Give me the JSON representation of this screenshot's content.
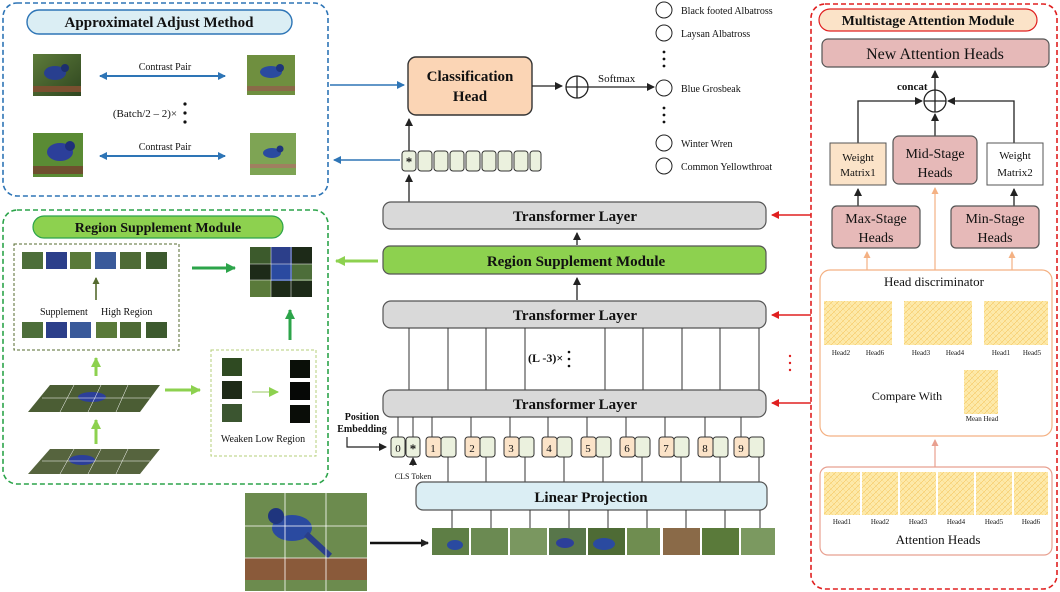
{
  "adjust_panel": {
    "title": "Approximatel Adjust Method",
    "contrast_pair_1": "Contrast Pair",
    "contrast_pair_2": "Contrast Pair",
    "batch_label": "(Batch/2 – 2)×"
  },
  "region_panel": {
    "title": "Region Supplement Module",
    "supplement_label": "Supplement",
    "high_region_label": "High Region",
    "weaken_label": "Weaken Low Region"
  },
  "classification": {
    "head_line1": "Classification",
    "head_line2": "Head",
    "softmax": "Softmax"
  },
  "classes": [
    "Black footed Albatross",
    "Laysan Albatross",
    "Blue Grosbeak",
    "Winter Wren",
    "Common Yellowthroat"
  ],
  "center": {
    "transformer_top": "Transformer Layer",
    "region_module": "Region Supplement Module",
    "transformer_mid": "Transformer Layer",
    "repeat_label": "(L -3)×",
    "transformer_bottom": "Transformer Layer",
    "position_embedding_1": "Position",
    "position_embedding_2": "Embedding",
    "cls_token": "CLS Token",
    "cls_star": "*",
    "token_zero": "0",
    "token_numbers": [
      "1",
      "2",
      "3",
      "4",
      "5",
      "6",
      "7",
      "8",
      "9"
    ],
    "linear_projection": "Linear Projection"
  },
  "attention_panel": {
    "title": "Multistage Attention Module",
    "new_heads": "New Attention Heads",
    "concat": "concat",
    "weight1_line1": "Weight",
    "weight1_line2": "Matrix1",
    "mid_stage_1": "Mid-Stage",
    "mid_stage_2": "Heads",
    "weight2_line1": "Weight",
    "weight2_line2": "Matrix2",
    "max_stage_1": "Max-Stage",
    "max_stage_2": "Heads",
    "min_stage_1": "Min-Stage",
    "min_stage_2": "Heads",
    "discriminator": "Head discriminator",
    "selected_heads": [
      "Head2",
      "Head6",
      "Head3",
      "Head4",
      "Head1",
      "Head5"
    ],
    "compare_with": "Compare With",
    "mean_head": "Mean Head",
    "all_heads": [
      "Head1",
      "Head2",
      "Head3",
      "Head4",
      "Head5",
      "Head6"
    ],
    "attention_heads": "Attention Heads"
  },
  "colors": {
    "blue_dashed": "#2e75b6",
    "green_dashed": "#2ca44a",
    "red_dashed": "#e02020",
    "head_orange": "#fbd5b5",
    "region_green": "#8dd14f",
    "transformer_gray": "#d9d9d9",
    "projection_blue": "#dbeef4",
    "stage_pink": "#e6b9b8",
    "token_fill": "#ebf1de",
    "attention_map": "#fde9a9"
  }
}
